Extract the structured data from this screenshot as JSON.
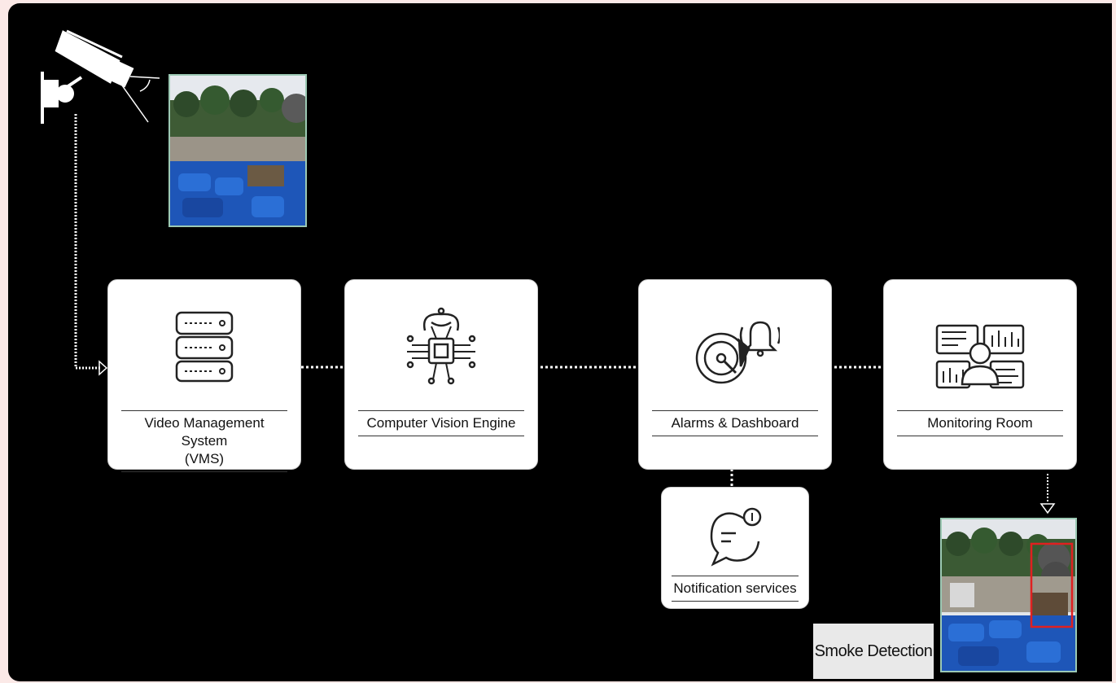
{
  "nodes": {
    "vms": {
      "label_line1": "Video Management System",
      "label_line2": "(VMS)",
      "icon": "server-icon"
    },
    "cv": {
      "label": "Computer Vision Engine",
      "icon": "ai-chip-icon"
    },
    "alarms": {
      "label": "Alarms & Dashboard",
      "icon": "alarm-gauge-icon"
    },
    "monitoring": {
      "label": "Monitoring Room",
      "icon": "monitoring-dashboard-icon"
    },
    "notification": {
      "label": "Notification services",
      "icon": "chat-notification-icon"
    }
  },
  "camera": {
    "icon": "security-camera-icon"
  },
  "photos": {
    "input": {
      "description_icon": "barrel-yard-photo"
    },
    "output": {
      "description_icon": "barrel-yard-photo-detected"
    }
  },
  "detection": {
    "label": "Smoke Detection",
    "box_color": "#e02020"
  },
  "colors": {
    "background": "#000000",
    "card": "#ffffff",
    "connector": "#ffffff",
    "photo_border": "#9cc9b4"
  }
}
